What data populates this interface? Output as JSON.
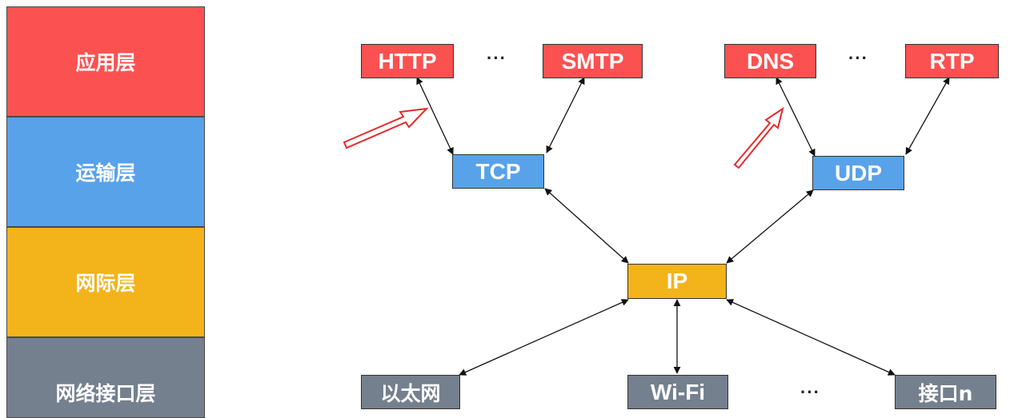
{
  "colors": {
    "application": "#fc5151",
    "transport": "#58a2ea",
    "internet": "#f3b31b",
    "link": "#75808f",
    "arrow": "#111111",
    "highlight": "#e62a2a"
  },
  "layers": [
    {
      "id": "application",
      "label": "应用层"
    },
    {
      "id": "transport",
      "label": "运输层"
    },
    {
      "id": "internet",
      "label": "网际层"
    },
    {
      "id": "link",
      "label": "网络接口层"
    }
  ],
  "nodes": {
    "http": "HTTP",
    "smtp": "SMTP",
    "dns": "DNS",
    "rtp": "RTP",
    "tcp": "TCP",
    "udp": "UDP",
    "ip": "IP",
    "ethernet": "以太网",
    "wifi": "Wi-Fi",
    "iface_n": "接口n"
  },
  "ellipsis": "···"
}
